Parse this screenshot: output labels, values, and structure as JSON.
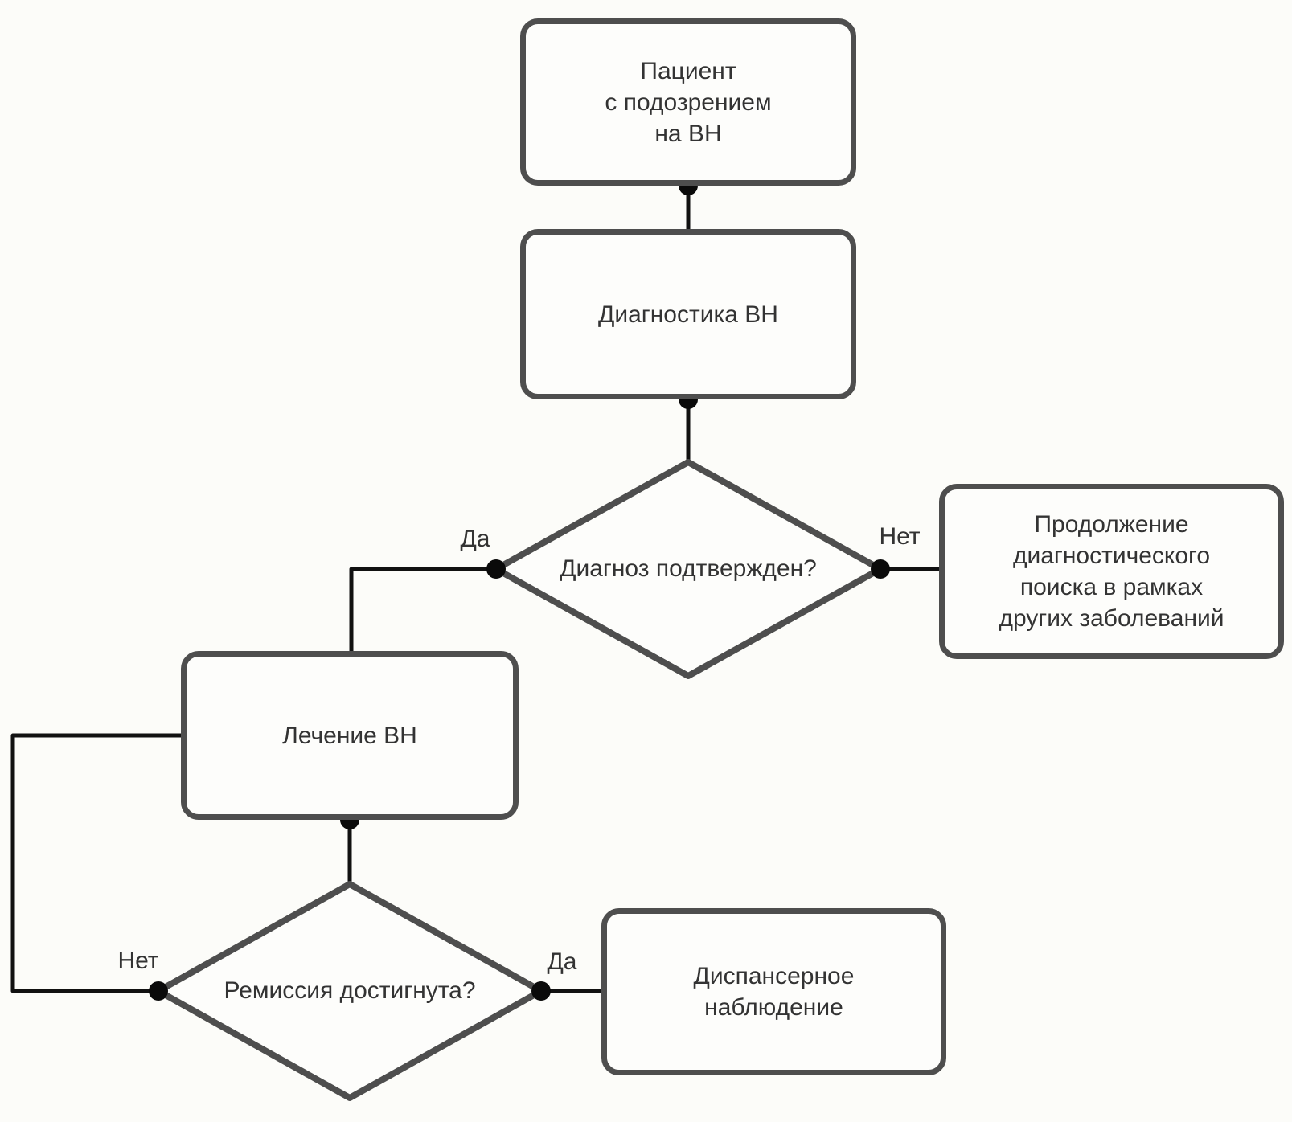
{
  "diagram": {
    "type": "flowchart",
    "language": "ru",
    "colors": {
      "background": "#fcfcf9",
      "node_fill": "#fdfdfb",
      "node_border": "#4e4e4e",
      "connector": "#111111",
      "text": "#333333"
    },
    "nodes": [
      {
        "id": "patient",
        "shape": "rounded-rect",
        "label": "Пациент\nс подозрением\nна ВН"
      },
      {
        "id": "diagnostics",
        "shape": "rounded-rect",
        "label": "Диагностика ВН"
      },
      {
        "id": "diagnosis-confirmed",
        "shape": "diamond",
        "label": "Диагноз подтвержден?"
      },
      {
        "id": "continue-diagnostic-search",
        "shape": "rounded-rect",
        "label": "Продолжение\nдиагностического\nпоиска в рамках\nдругих заболеваний"
      },
      {
        "id": "treatment",
        "shape": "rounded-rect",
        "label": "Лечение ВН"
      },
      {
        "id": "remission-achieved",
        "shape": "diamond",
        "label": "Ремиссия достигнута?"
      },
      {
        "id": "dispensary-observation",
        "shape": "rounded-rect",
        "label": "Диспансерное\nнаблюдение"
      }
    ],
    "edges": [
      {
        "from": "patient",
        "to": "diagnostics",
        "label": ""
      },
      {
        "from": "diagnostics",
        "to": "diagnosis-confirmed",
        "label": ""
      },
      {
        "from": "diagnosis-confirmed",
        "to": "treatment",
        "label": "Да"
      },
      {
        "from": "diagnosis-confirmed",
        "to": "continue-diagnostic-search",
        "label": "Нет"
      },
      {
        "from": "treatment",
        "to": "remission-achieved",
        "label": ""
      },
      {
        "from": "remission-achieved",
        "to": "treatment",
        "label": "Нет"
      },
      {
        "from": "remission-achieved",
        "to": "dispensary-observation",
        "label": "Да"
      }
    ]
  }
}
